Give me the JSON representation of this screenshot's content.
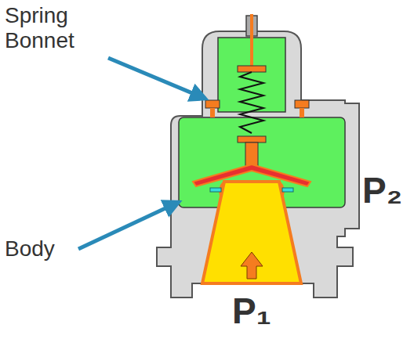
{
  "diagram": {
    "labels": [
      "Spring Bonnet",
      "Body",
      "P₂",
      "P₁"
    ]
  }
}
